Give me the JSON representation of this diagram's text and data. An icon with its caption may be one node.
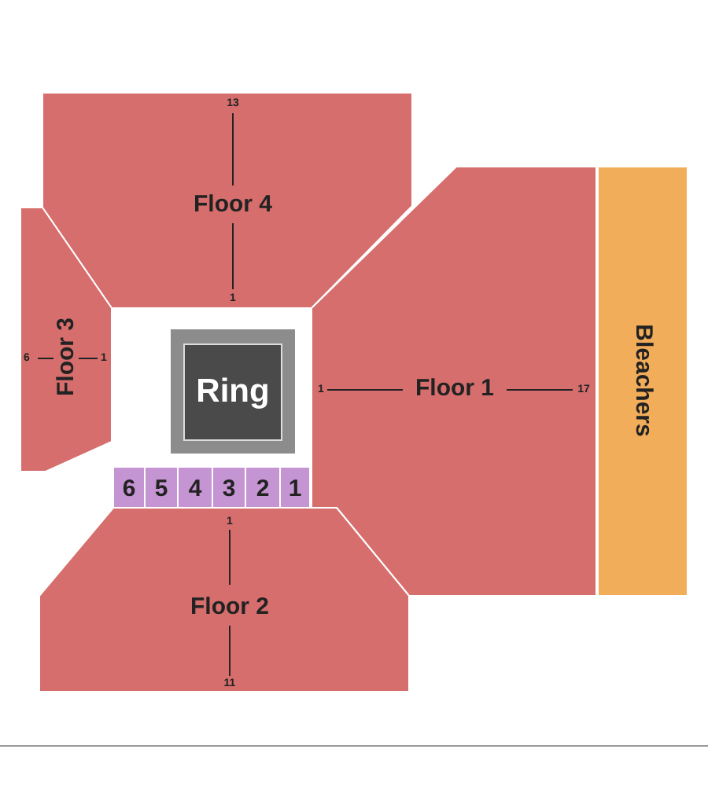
{
  "diagram": {
    "nodes": [
      {
        "text": [
          "13",
          "Floor 4",
          "1"
        ]
      },
      {
        "text": [
          "6",
          "Floor 3",
          "1"
        ]
      },
      {
        "text": [
          "1",
          "Floor 1",
          "17"
        ]
      },
      {
        "text": [
          "Bleachers"
        ]
      },
      {
        "text": [
          "Ring"
        ]
      },
      {
        "text": [
          "6"
        ]
      },
      {
        "text": [
          "5"
        ]
      },
      {
        "text": [
          "4"
        ]
      },
      {
        "text": [
          "3"
        ]
      },
      {
        "text": [
          "2"
        ]
      },
      {
        "text": [
          "1"
        ]
      },
      {
        "text": [
          "1",
          "Floor 2",
          "11"
        ]
      }
    ]
  }
}
